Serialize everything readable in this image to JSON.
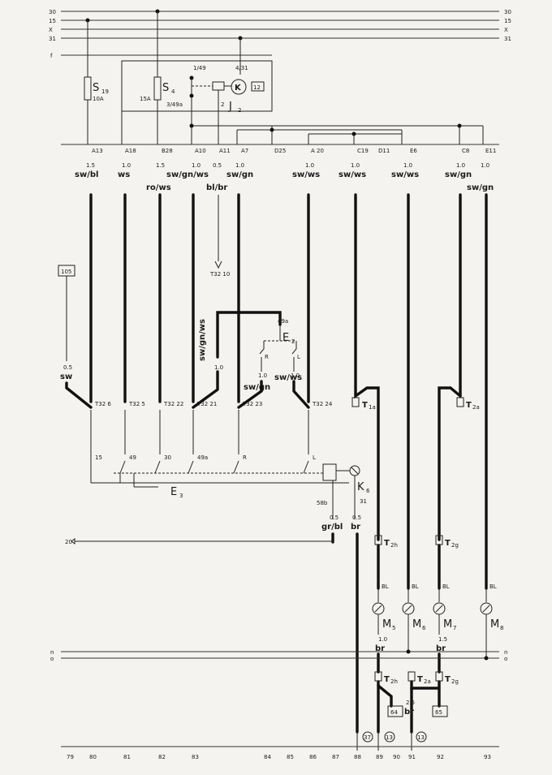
{
  "rails": {
    "top": [
      "30",
      "15",
      "X",
      "31"
    ],
    "f": "f",
    "bottom": [
      "n",
      "o"
    ]
  },
  "components": {
    "S19": {
      "name": "S",
      "sub": "19",
      "rating": "10A"
    },
    "S4": {
      "name": "S",
      "sub": "4",
      "rating": "15A"
    },
    "J2": {
      "name": "J",
      "sub": "2",
      "relay": "K",
      "pin_box": "12",
      "pins_top": [
        "1/49",
        "4/31"
      ],
      "pins_bottom": [
        "3/49a",
        "2"
      ]
    },
    "E2": {
      "name": "E",
      "sub": "2",
      "pin": "49a",
      "R": "R",
      "L": "L"
    },
    "E3": {
      "name": "E",
      "sub": "3"
    },
    "K6": {
      "name": "K",
      "sub": "6"
    },
    "M5": {
      "name": "M",
      "sub": "5"
    },
    "M6": {
      "name": "M",
      "sub": "6"
    },
    "M7": {
      "name": "M",
      "sub": "7"
    },
    "M8": {
      "name": "M",
      "sub": "8"
    }
  },
  "connectors": {
    "T1a": {
      "name": "T",
      "sub": "1a"
    },
    "T2a_top": {
      "name": "T",
      "sub": "2a"
    },
    "T2h_top": {
      "name": "T",
      "sub": "2h"
    },
    "T2g_top": {
      "name": "T",
      "sub": "2g"
    },
    "T2h_bot": {
      "name": "T",
      "sub": "2h"
    },
    "T2a_bot": {
      "name": "T",
      "sub": "2a"
    },
    "T2g_bot": {
      "name": "T",
      "sub": "2g"
    }
  },
  "bus_pins": [
    "A13",
    "A18",
    "B28",
    "A10",
    "A11",
    "A7",
    "D25",
    "A 20",
    "C19",
    "D11",
    "E6",
    "C8",
    "E11"
  ],
  "wires": [
    {
      "size": "1.5",
      "color": "sw/bl"
    },
    {
      "size": "1.0",
      "color": "ws"
    },
    {
      "size": "1.5",
      "color": "ro/ws"
    },
    {
      "size": "1.0",
      "color": "sw/gn/ws"
    },
    {
      "size": "0.5",
      "color": "bl/br"
    },
    {
      "size": "1.0",
      "color": "sw/gn"
    },
    {
      "size": "1.0",
      "color": "sw/ws"
    },
    {
      "size": "1.0",
      "color": "sw/ws"
    },
    {
      "size": "1.0",
      "color": "sw/ws"
    },
    {
      "size": "1.0",
      "color": "sw/gn"
    },
    {
      "size": "1.0",
      "color": "sw/gn"
    }
  ],
  "mid_wires": {
    "left": {
      "size": "0.5",
      "color": "sw"
    },
    "vert": {
      "size": "1.0",
      "color": "sw/gn/ws"
    },
    "e2_left": {
      "size": "1.0",
      "color": "sw/gn"
    },
    "e2_right": {
      "size": "1.0",
      "color": "sw/ws"
    }
  },
  "t32_pins": [
    "T32 6",
    "T32 5",
    "T32 22",
    "T32 21",
    "T32 23",
    "T32 24"
  ],
  "t32_10": "T32 10",
  "ref_105": "105",
  "e3_pins": [
    "15",
    "49",
    "30",
    "49a",
    "R",
    "L"
  ],
  "k6_pins": [
    "58b",
    "31"
  ],
  "lower_wires": [
    {
      "size": "0.5",
      "color": "gr/bl"
    },
    {
      "size": "0.5",
      "color": "br"
    }
  ],
  "ref_20": "20",
  "bl_labels": [
    "BL",
    "BL",
    "BL",
    "BL"
  ],
  "motor_wires": [
    {
      "size": "1.0",
      "color": "br"
    },
    {
      "size": "1.5",
      "color": "br"
    }
  ],
  "bottom_wire": {
    "size": "2.5",
    "color": "br"
  },
  "boxes_bottom": [
    "64",
    "65"
  ],
  "circled_refs": [
    "37",
    "13",
    "13"
  ],
  "track_numbers": [
    "79",
    "80",
    "81",
    "82",
    "83",
    "84",
    "85",
    "86",
    "87",
    "88",
    "89",
    "90",
    "91",
    "92",
    "93"
  ]
}
